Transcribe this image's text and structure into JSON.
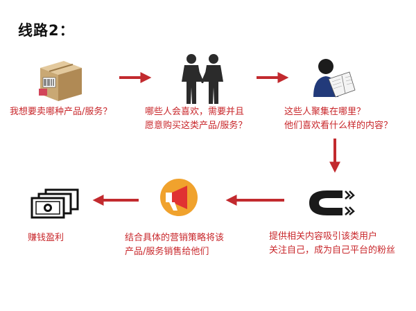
{
  "title": "线路2：",
  "colors": {
    "accent": "#c8262a",
    "arrow": "#c22a2e",
    "text": "#111111"
  },
  "steps": [
    {
      "icon": "product-box-icon",
      "lines": [
        "我想要卖哪种产品/服务？"
      ]
    },
    {
      "icon": "handshake-people-icon",
      "lines": [
        "哪些人会喜欢，需要并且",
        "愿意购买这类产品/服务？"
      ]
    },
    {
      "icon": "reader-person-icon",
      "lines": [
        "这些人聚集在哪里？",
        "他们喜欢看什么样的内容？"
      ]
    },
    {
      "icon": "magnet-icon",
      "lines": [
        "提供相关内容吸引该类用户",
        "关注自己，成为自己平台的粉丝"
      ]
    },
    {
      "icon": "megaphone-icon",
      "lines": [
        "结合具体的营销策略将该",
        "产品/服务销售给他们"
      ]
    },
    {
      "icon": "money-stack-icon",
      "lines": [
        "赚钱盈利"
      ]
    }
  ]
}
